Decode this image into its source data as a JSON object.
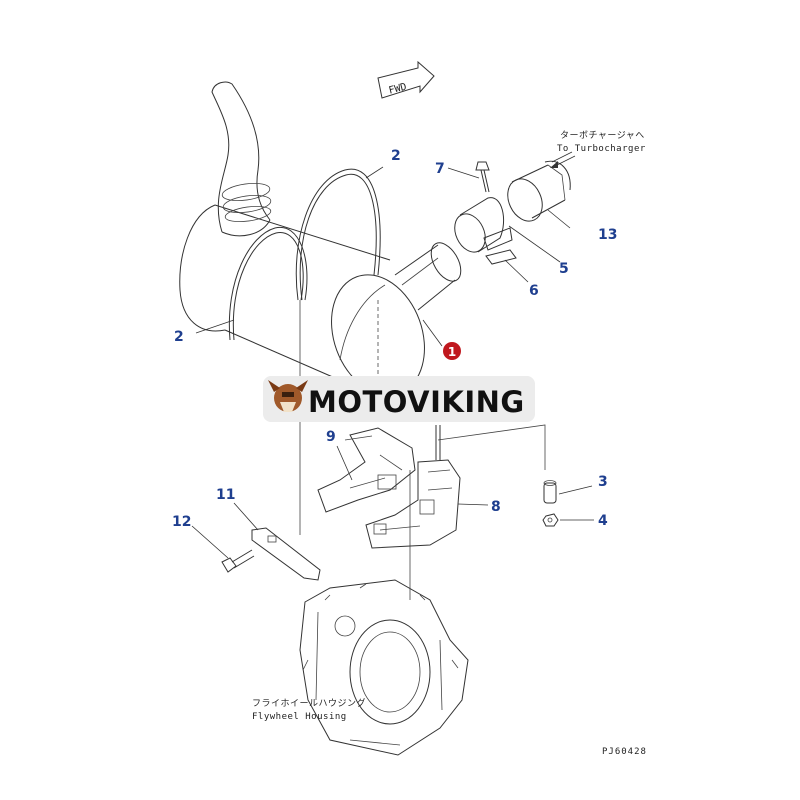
{
  "diagram": {
    "fwd_label": "FWD",
    "turbo_note_jp": "ターボチャージャへ",
    "turbo_note_en": "To Turbocharger",
    "flywheel_note_jp": "フライホイールハウジング",
    "flywheel_note_en": "Flywheel Housing",
    "drawing_code": "PJ60428",
    "watermark": "MOTOVIKING",
    "highlighted_part": "1",
    "colors": {
      "callout": "#1f3f8f",
      "highlight": "#c0181e",
      "watermark_bg": "#ececec"
    },
    "callouts": {
      "c1": "1",
      "c2a": "2",
      "c2b": "2",
      "c3": "3",
      "c4": "4",
      "c5": "5",
      "c6": "6",
      "c7": "7",
      "c8": "8",
      "c9": "9",
      "c11": "11",
      "c12": "12",
      "c13": "13"
    }
  }
}
